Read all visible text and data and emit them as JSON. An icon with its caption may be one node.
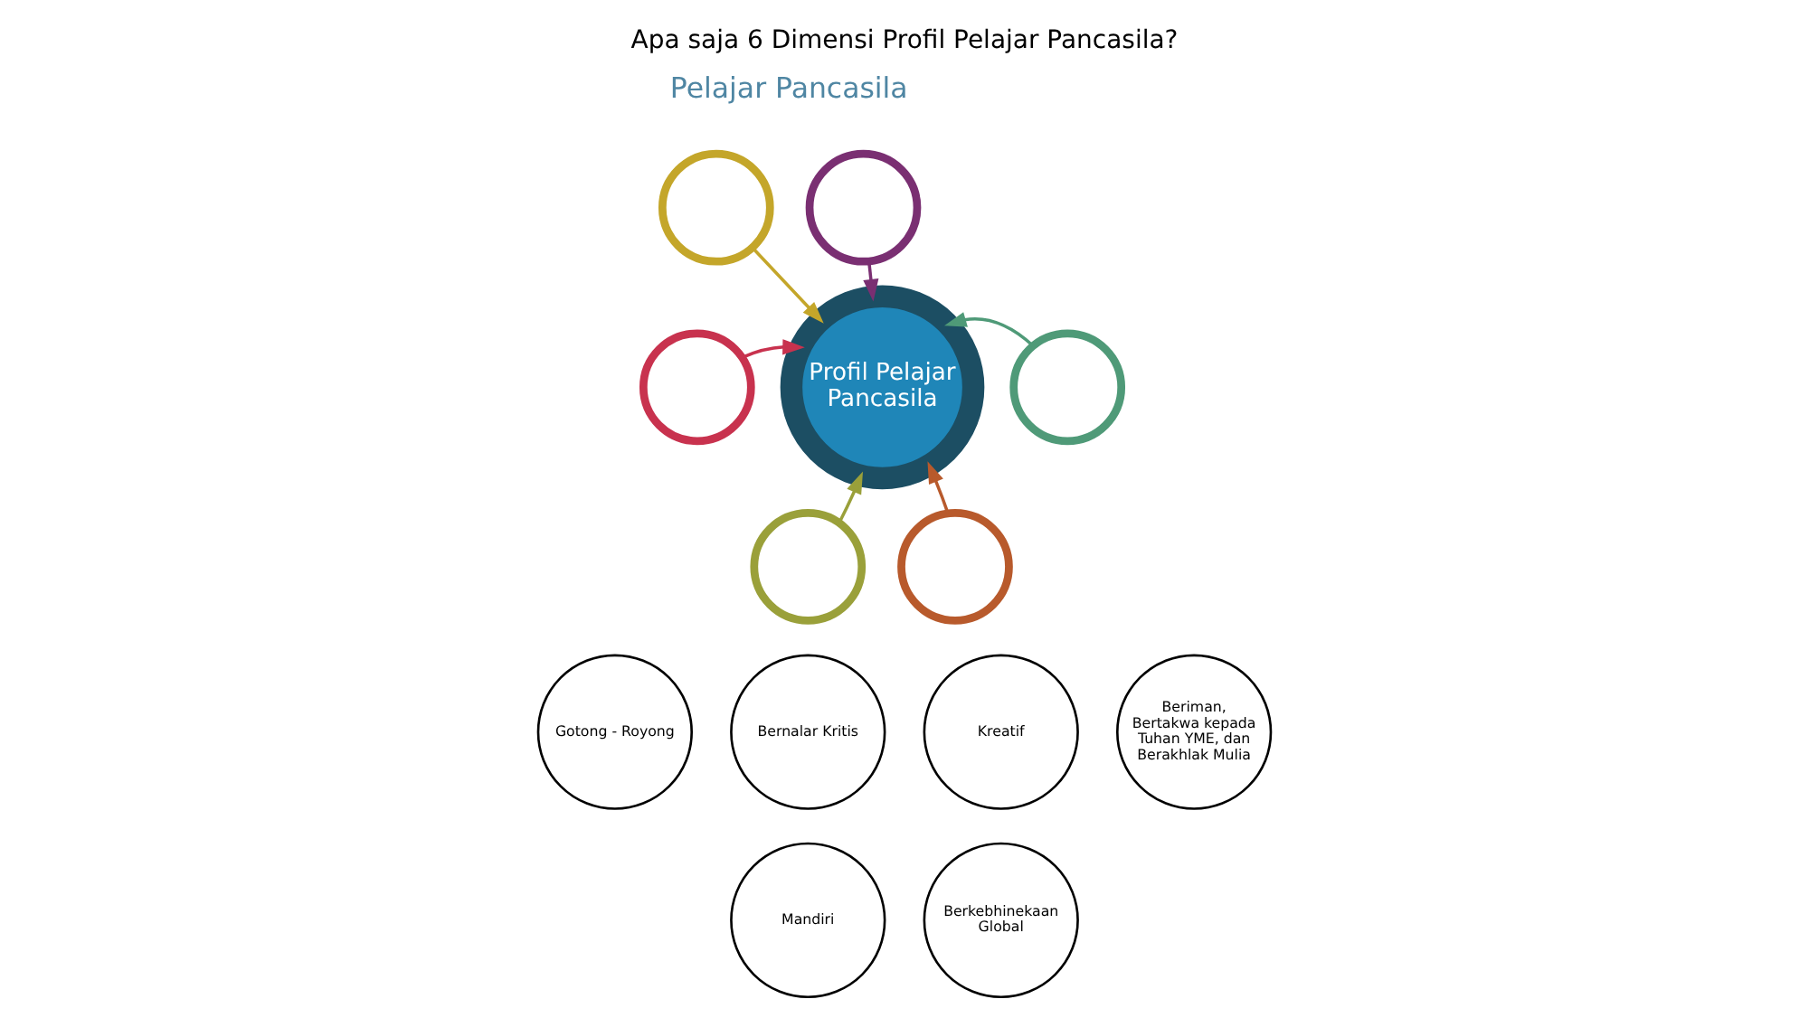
{
  "diagram": {
    "title": "Apa saja 6 Dimensi Profil Pelajar Pancasila?",
    "nodes": [
      {
        "text": [
          "Profil Pelajar Pancasila"
        ]
      },
      {
        "text": [],
        "shape": "circle"
      },
      {
        "text": [],
        "shape": "circle"
      },
      {
        "text": [],
        "shape": "circle"
      },
      {
        "text": [],
        "shape": "circle"
      },
      {
        "text": [],
        "shape": "circle"
      },
      {
        "text": [],
        "shape": "circle"
      },
      {
        "text": [
          "Gotong - Royong"
        ]
      },
      {
        "text": [
          "Bernalar Kritis"
        ]
      },
      {
        "text": [
          "Kreatif"
        ]
      },
      {
        "text": [
          "Beriman, Bertakwa kepada Tuhan YME, dan Berakhlak Mulia"
        ]
      },
      {
        "text": [
          "Mandiri"
        ]
      },
      {
        "text": [
          "Berkebhinekaan Global"
        ]
      }
    ],
    "edges": [
      {
        "from": 1,
        "to": 0,
        "arrow": "to",
        "color": "#c4a62a"
      },
      {
        "from": 2,
        "to": 0,
        "arrow": "to",
        "color": "#7a2f72"
      },
      {
        "from": 3,
        "to": 0,
        "arrow": "to",
        "color": "#c8324e"
      },
      {
        "from": 4,
        "to": 0,
        "arrow": "to",
        "color": "#4f9a78"
      },
      {
        "from": 5,
        "to": 0,
        "arrow": "to",
        "color": "#9aa03a"
      },
      {
        "from": 6,
        "to": 0,
        "arrow": "to",
        "color": "#b85a2c"
      }
    ],
    "labels": [
      "Pelajar Pancasila"
    ]
  }
}
